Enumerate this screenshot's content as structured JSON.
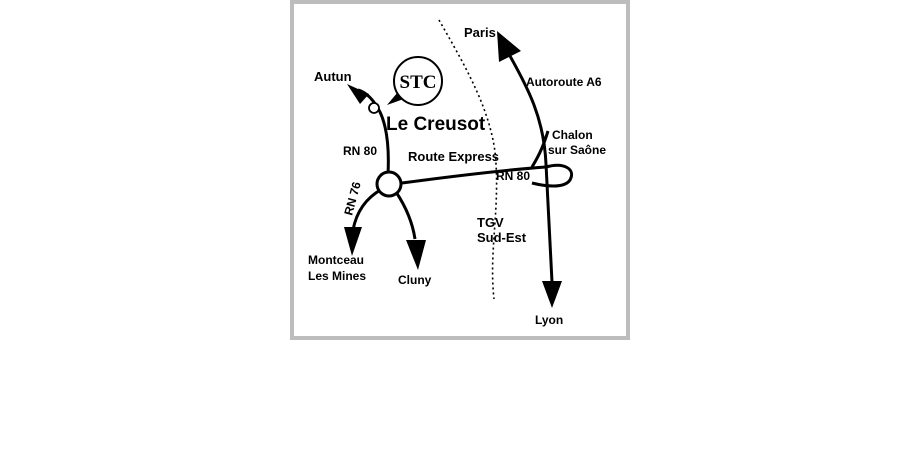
{
  "map": {
    "logo": "STC",
    "town": "Le Creusot",
    "places": {
      "autun": "Autun",
      "paris": "Paris",
      "lyon": "Lyon",
      "cluny": "Cluny",
      "montceau_line1": "Montceau",
      "montceau_line2": "Les Mines",
      "chalon_line1": "Chalon",
      "chalon_line2": "sur Saône"
    },
    "roads": {
      "autoroute": "Autoroute A6",
      "route_express": "Route Express",
      "rn80_north": "RN 80",
      "rn80_east": "RN 80",
      "rn76": "RN 76"
    },
    "rail": {
      "line1": "TGV",
      "line2": "Sud-Est"
    },
    "colors": {
      "frame": "#bdbdbd",
      "ink": "#000000",
      "background": "#ffffff"
    }
  }
}
